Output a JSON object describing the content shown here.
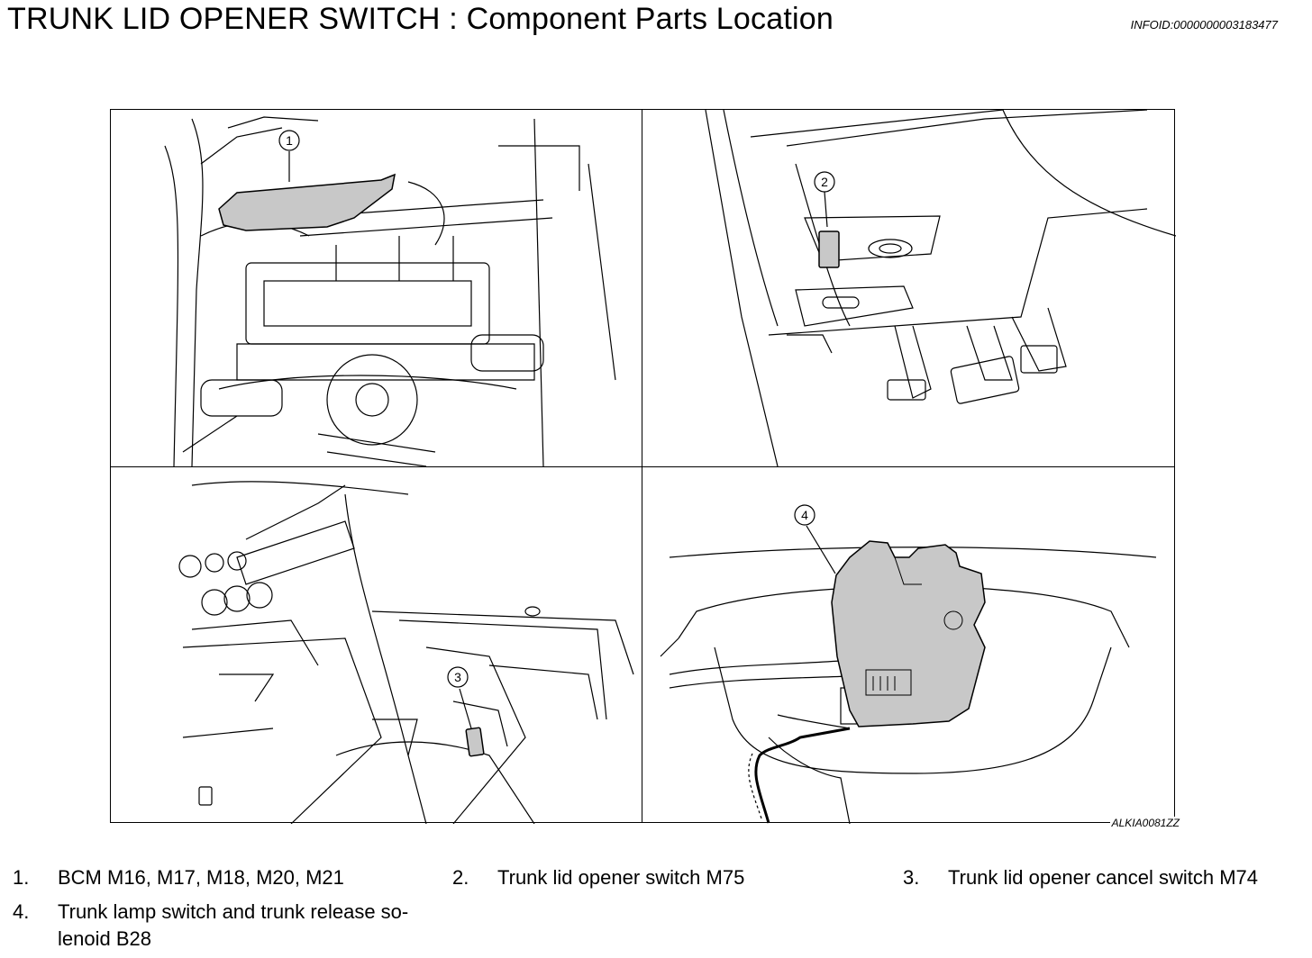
{
  "header": {
    "title": "TRUNK LID OPENER SWITCH : Component Parts Location",
    "info_id": "INFOID:0000000003183477"
  },
  "figure": {
    "code": "ALKIA0081ZZ",
    "callouts": [
      "1",
      "2",
      "3",
      "4"
    ]
  },
  "legend": [
    {
      "num": "1.",
      "text": "BCM M16, M17, M18, M20, M21"
    },
    {
      "num": "2.",
      "text": "Trunk lid opener switch M75"
    },
    {
      "num": "3.",
      "text": "Trunk lid opener cancel switch M74"
    },
    {
      "num": "4.",
      "text": "Trunk lamp switch and trunk release so-",
      "text2": "lenoid B28"
    }
  ]
}
